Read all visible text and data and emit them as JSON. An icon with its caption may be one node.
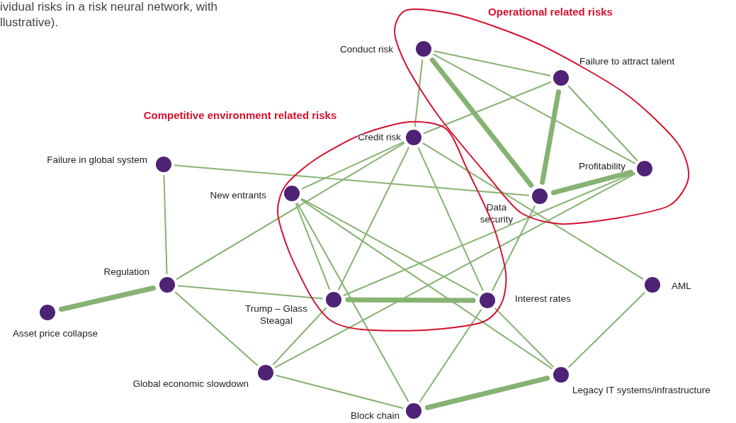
{
  "diagram": {
    "nodes": [
      {
        "text": [
          "Operational related risks"
        ]
      },
      {
        "text": [
          "Conduct risk"
        ],
        "in": 0
      },
      {
        "text": [
          "Failure to attract talent"
        ],
        "in": 0
      },
      {
        "text": [
          "Profitability"
        ],
        "in": 0
      },
      {
        "text": [
          "Data security"
        ],
        "in": 0
      },
      {
        "text": [
          "Competitive environment related risks"
        ]
      },
      {
        "text": [
          "Credit risk"
        ],
        "in": 5
      },
      {
        "text": [
          "Failure in global system"
        ]
      },
      {
        "text": [
          "New entrants"
        ],
        "in": 5
      },
      {
        "text": [
          "Regulation"
        ]
      },
      {
        "text": [
          "Asset price collapse"
        ]
      },
      {
        "text": [
          "Trump – Glass Steagal"
        ],
        "in": 5
      },
      {
        "text": [
          "Interest rates"
        ],
        "in": 5
      },
      {
        "text": [
          "AML"
        ]
      },
      {
        "text": [
          "Global economic slowdown"
        ]
      },
      {
        "text": [
          "Legacy IT systems/infrastructure"
        ]
      },
      {
        "text": [
          "Block chain"
        ]
      }
    ],
    "edges": [
      {
        "from": 1,
        "to": 2,
        "arrow": "none"
      },
      {
        "from": 1,
        "to": 3,
        "arrow": "none"
      },
      {
        "from": 1,
        "to": 4,
        "arrow": "none",
        "style": "thick"
      },
      {
        "from": 1,
        "to": 6,
        "arrow": "none"
      },
      {
        "from": 2,
        "to": 6,
        "arrow": "none"
      },
      {
        "from": 2,
        "to": 4,
        "arrow": "none",
        "style": "thick"
      },
      {
        "from": 2,
        "to": 3,
        "arrow": "none"
      },
      {
        "from": 3,
        "to": 4,
        "arrow": "none",
        "style": "thick"
      },
      {
        "from": 3,
        "to": 11,
        "arrow": "none"
      },
      {
        "from": 3,
        "to": 14,
        "arrow": "none"
      },
      {
        "from": 4,
        "to": 12,
        "arrow": "none"
      },
      {
        "from": 4,
        "to": 7,
        "arrow": "none"
      },
      {
        "from": 6,
        "to": 13,
        "arrow": "none"
      },
      {
        "from": 6,
        "to": 8,
        "arrow": "none"
      },
      {
        "from": 6,
        "to": 9,
        "arrow": "none"
      },
      {
        "from": 6,
        "to": 11,
        "arrow": "none"
      },
      {
        "from": 6,
        "to": 12,
        "arrow": "none"
      },
      {
        "from": 8,
        "to": 16,
        "arrow": "none"
      },
      {
        "from": 8,
        "to": 11,
        "arrow": "none"
      },
      {
        "from": 8,
        "to": 12,
        "arrow": "none"
      },
      {
        "from": 8,
        "to": 15,
        "arrow": "none"
      },
      {
        "from": 12,
        "to": 16,
        "arrow": "none"
      },
      {
        "from": 12,
        "to": 15,
        "arrow": "none"
      },
      {
        "from": 15,
        "to": 13,
        "arrow": "none"
      },
      {
        "from": 15,
        "to": 16,
        "arrow": "none",
        "style": "thick"
      },
      {
        "from": 11,
        "to": 12,
        "arrow": "none",
        "style": "thick"
      },
      {
        "from": 11,
        "to": 9,
        "arrow": "none"
      },
      {
        "from": 9,
        "to": 7,
        "arrow": "none"
      },
      {
        "from": 9,
        "to": 10,
        "arrow": "none",
        "style": "thick"
      },
      {
        "from": 9,
        "to": 14,
        "arrow": "none"
      },
      {
        "from": 14,
        "to": 11,
        "arrow": "none"
      },
      {
        "from": 14,
        "to": 16,
        "arrow": "none"
      }
    ],
    "labels": [
      "ividual risks in a risk neural network, with",
      "llustrative)."
    ]
  }
}
